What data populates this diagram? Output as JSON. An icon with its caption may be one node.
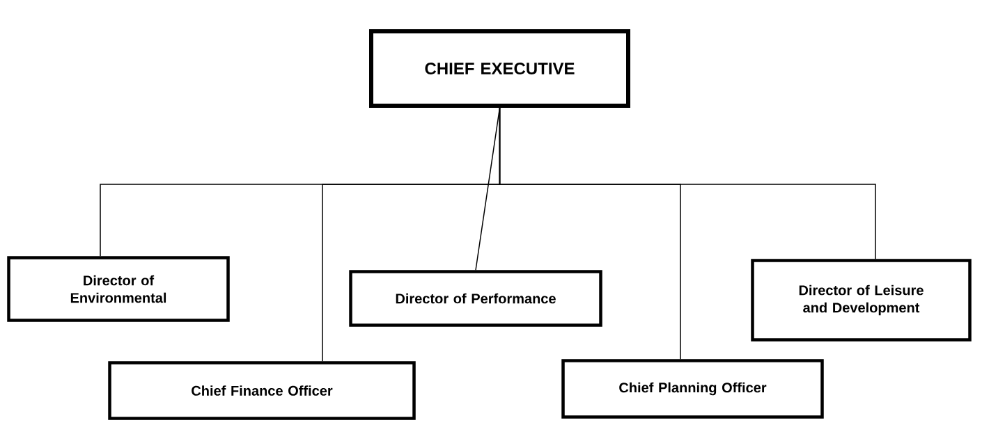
{
  "diagram": {
    "nodes": [
      {
        "text": [
          "CHIEF EXECUTIVE"
        ]
      },
      {
        "text": [
          "Director of Environmental"
        ]
      },
      {
        "text": [
          "Director of Performance"
        ]
      },
      {
        "text": [
          "Director of Leisure and Development"
        ]
      },
      {
        "text": [
          "Chief Finance Officer"
        ]
      },
      {
        "text": [
          "Chief Planning Officer"
        ]
      }
    ],
    "edges": [
      {
        "from": 0,
        "to": 1,
        "arrow": "none"
      },
      {
        "from": 0,
        "to": 4,
        "arrow": "none"
      },
      {
        "from": 0,
        "to": 2,
        "arrow": "none"
      },
      {
        "from": 0,
        "to": 5,
        "arrow": "none"
      },
      {
        "from": 0,
        "to": 3,
        "arrow": "none"
      }
    ]
  }
}
